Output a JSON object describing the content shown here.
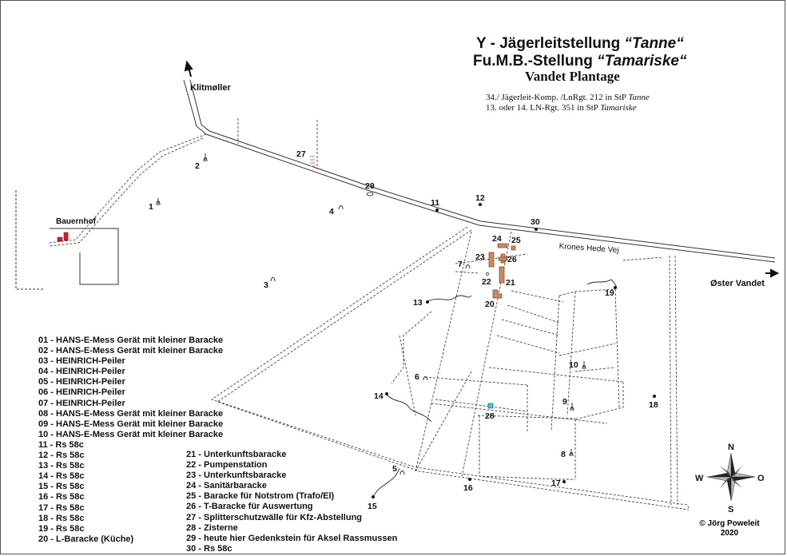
{
  "title": {
    "line1_a": "Y - Jägerleitstellung ",
    "line1_b": "“Tanne“",
    "line2_a": "Fu.M.B.-Stellung ",
    "line2_b": "“Tamariske“",
    "line3": "Vandet Plantage"
  },
  "subtitle": {
    "line1_a": "34./ Jägerleit-Komp. /LnRgt. 212  in StP ",
    "line1_b": "Tanne",
    "line2_a": "13. oder 14. LN-Rgt. 351 in StP ",
    "line2_b": "Tamariske"
  },
  "places": {
    "klitmoller": "Klitmøller",
    "bauernhof": "Bauernhof",
    "oster_vandet": "Øster Vandet",
    "road": "Krones Hede Vej"
  },
  "markers": [
    "1",
    "2",
    "3",
    "4",
    "5",
    "6",
    "7",
    "8",
    "9",
    "10",
    "11",
    "12",
    "13",
    "14",
    "15",
    "16",
    "17",
    "18",
    "19",
    "20",
    "21",
    "22",
    "23",
    "24",
    "25",
    "26",
    "27",
    "28",
    "29",
    "30"
  ],
  "legend_left": [
    "01 - HANS-E-Mess Gerät mit kleiner Baracke",
    "02 - HANS-E-Mess Gerät mit kleiner Baracke",
    "03 - HEINRICH-Peiler",
    "04 - HEINRICH-Peiler",
    "05 - HEINRICH-Peiler",
    "06 - HEINRICH-Peiler",
    "07 - HEINRICH-Peiler",
    "08 - HANS-E-Mess Gerät mit kleiner Baracke",
    "09 - HANS-E-Mess Gerät mit kleiner Baracke",
    "10 - HANS-E-Mess Gerät mit kleiner Baracke",
    "11 - Rs 58c",
    "12 - Rs 58c",
    "13 - Rs 58c",
    "14 - Rs 58c",
    "15 - Rs 58c",
    "16 - Rs 58c",
    "17 - Rs 58c",
    "18 - Rs 58c",
    "19 - Rs 58c",
    "20 - L-Baracke (Küche)"
  ],
  "legend_right": [
    "21 - Unterkunftsbaracke",
    "22 - Pumpenstation",
    "23 - Unterkunftsbaracke",
    "24 - Sanitärbaracke",
    "25 - Baracke für Notstrom (Trafo/El)",
    "26 - T-Baracke für Auswertung",
    "27 - Splitterschutzwälle für Kfz-Abstellung",
    "28 - Zisterne",
    "29 - heute hier Gedenkstein für Aksel Rassmussen",
    "30 - Rs 58c"
  ],
  "compass": {
    "n": "N",
    "s": "S",
    "w": "W",
    "o": "O"
  },
  "copyright": {
    "line1": "© Jörg Poweleit",
    "line2": "2020"
  },
  "colors": {
    "barracks": "#c98a6a",
    "barracks_stroke": "#7a3f22",
    "cistern": "#2ed3d8",
    "farm": "#d62020",
    "blast_wall": "#d9896a"
  }
}
